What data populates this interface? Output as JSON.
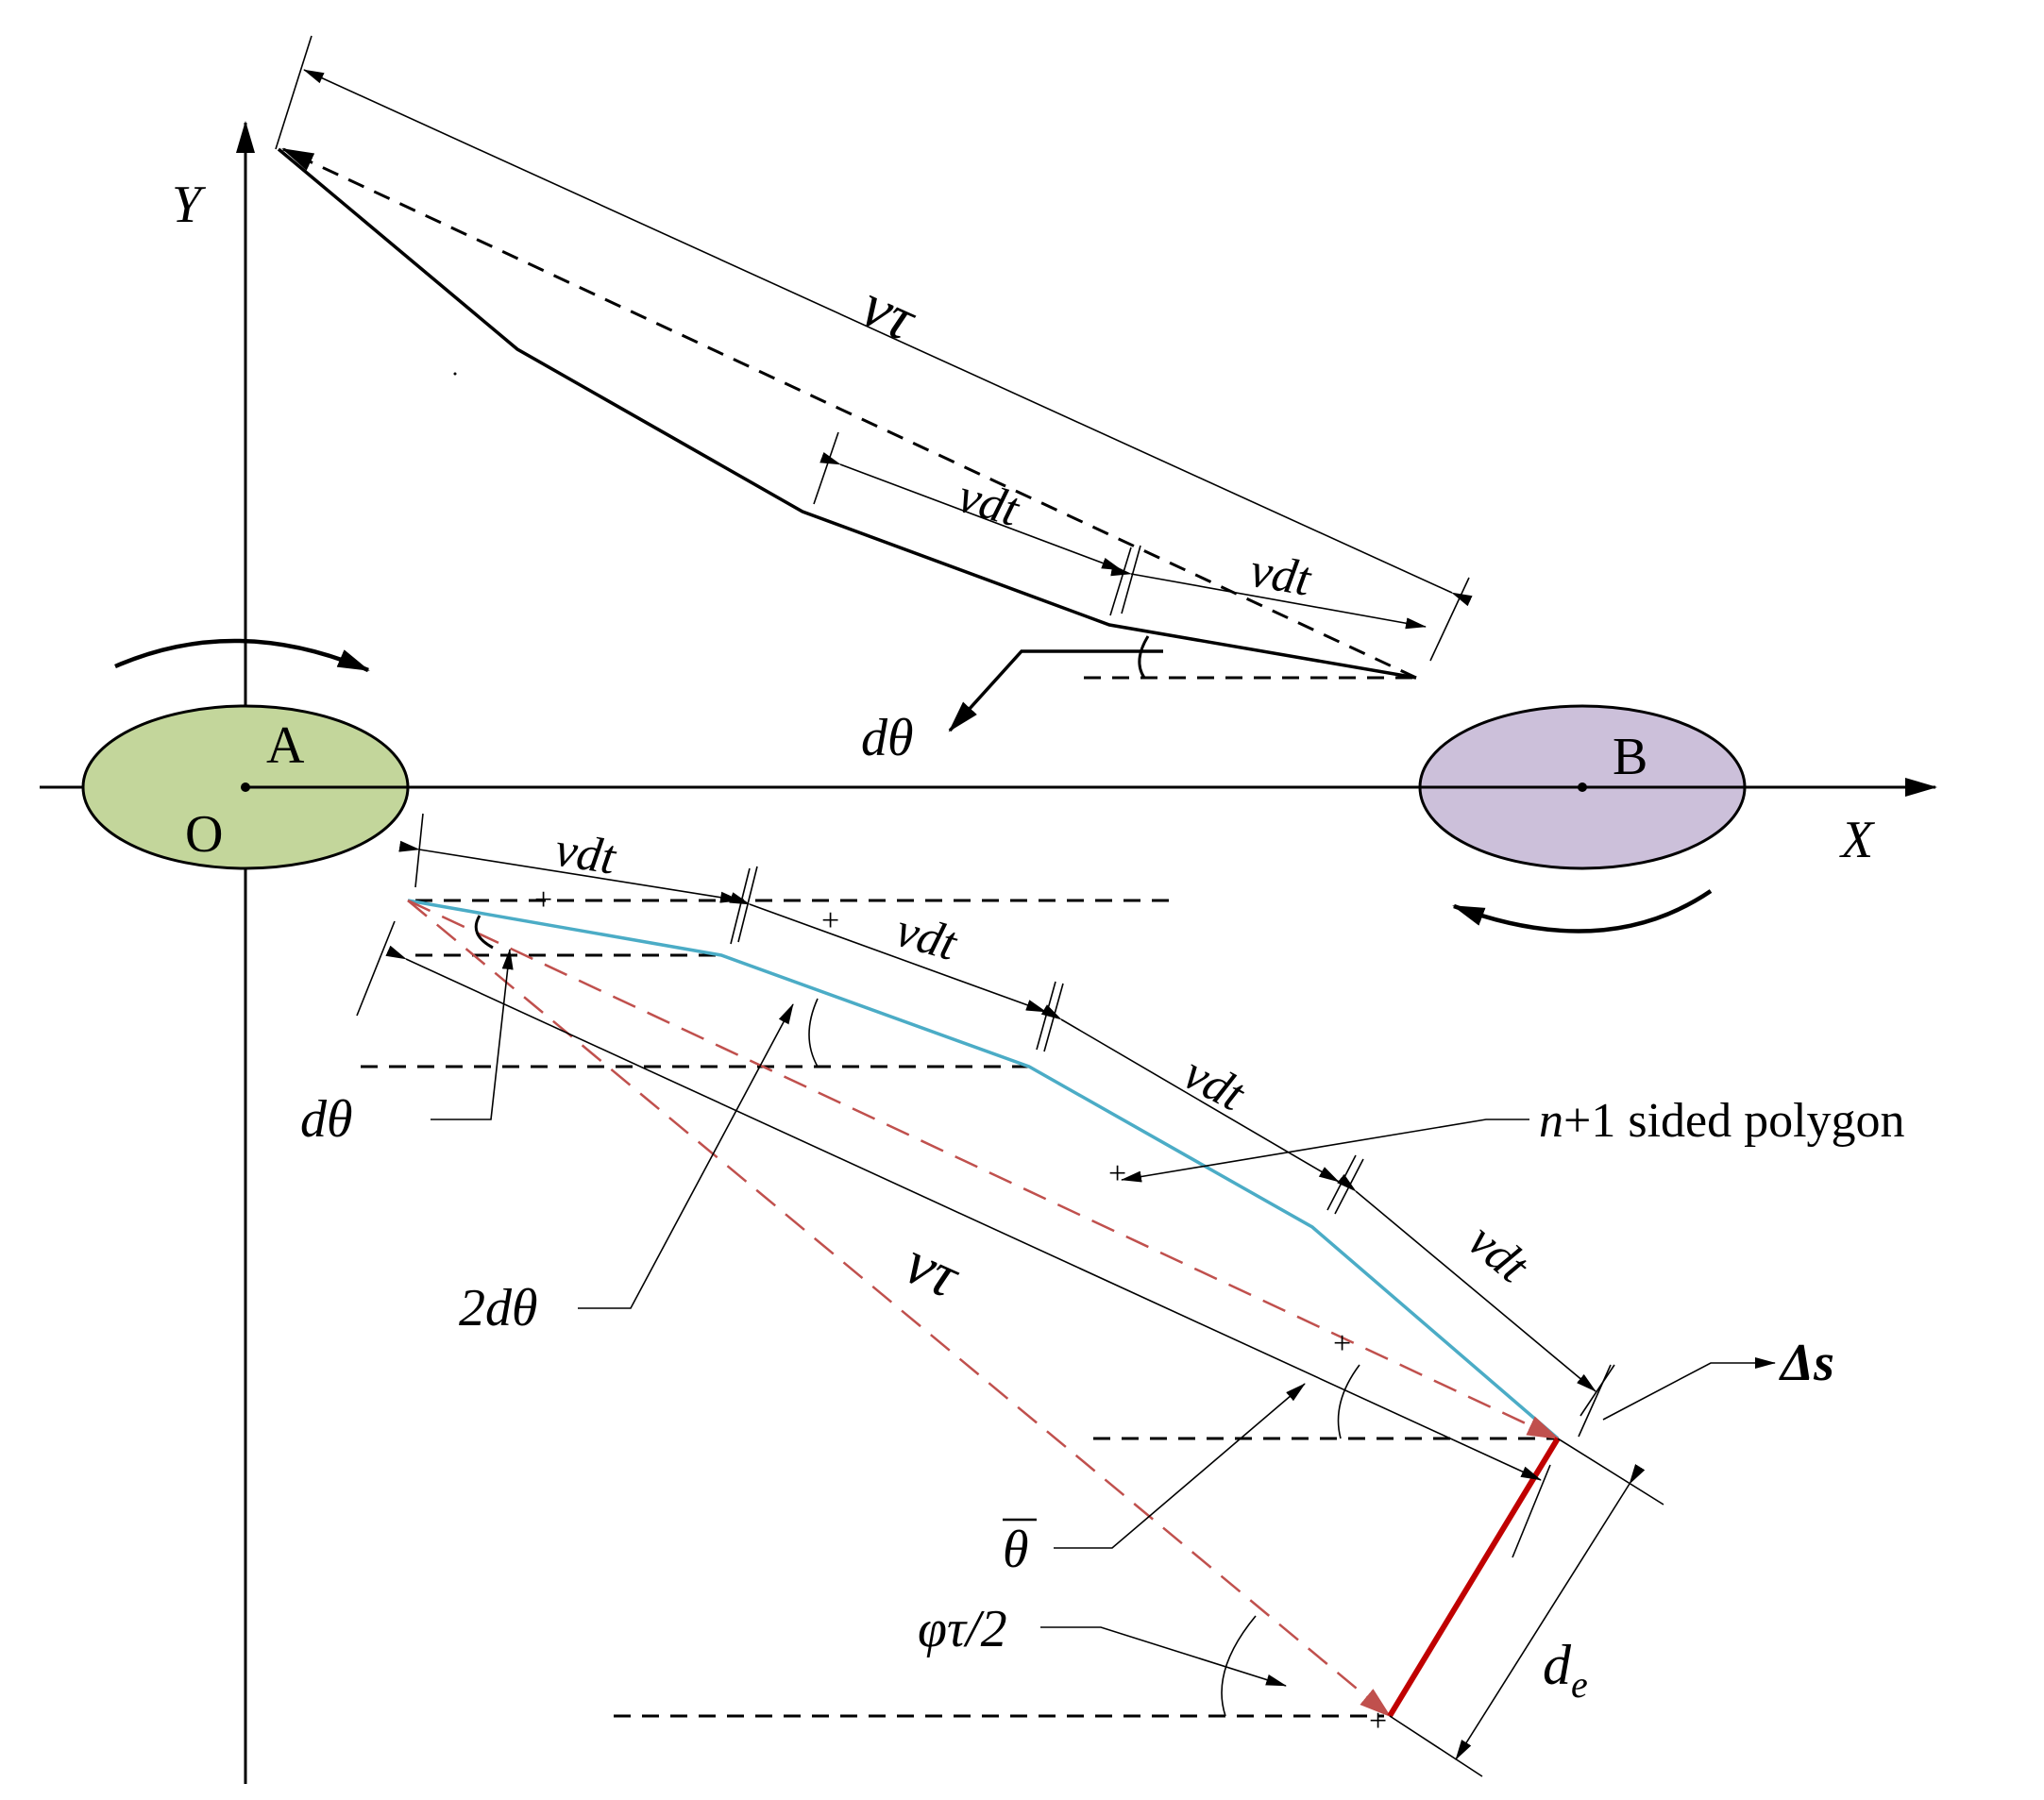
{
  "colors": {
    "ellipse_A_fill": "#c3d69b",
    "ellipse_B_fill": "#ccc0da",
    "polygon_line": "#4bacc6",
    "red_dashed": "#c0504d",
    "red_solid": "#c00000",
    "ink": "#000000"
  },
  "labels": {
    "y_axis": "Y",
    "x_axis": "X",
    "node_a": "A",
    "origin": "O",
    "node_b": "B",
    "v_tau_top": "vτ",
    "vdt_top_1": "vdt",
    "vdt_top_2": "vdt",
    "dtheta_top": "dθ",
    "vdt_bottom_1": "vdt",
    "vdt_bottom_2": "vdt",
    "vdt_bottom_3": "vdt",
    "vdt_bottom_4": "vdt",
    "polygon_label": "n+1 sided polygon",
    "dtheta_bottom": "dθ",
    "two_dtheta": "2dθ",
    "v_tau_bottom": "vτ",
    "delta_s": "Δs",
    "theta_bar": "θ",
    "phi_tau_half": "φτ/2",
    "d_e": "d",
    "d_e_sub": "e"
  },
  "icons": [
    "arrow-head-icon",
    "rotation-arrow-icon"
  ]
}
